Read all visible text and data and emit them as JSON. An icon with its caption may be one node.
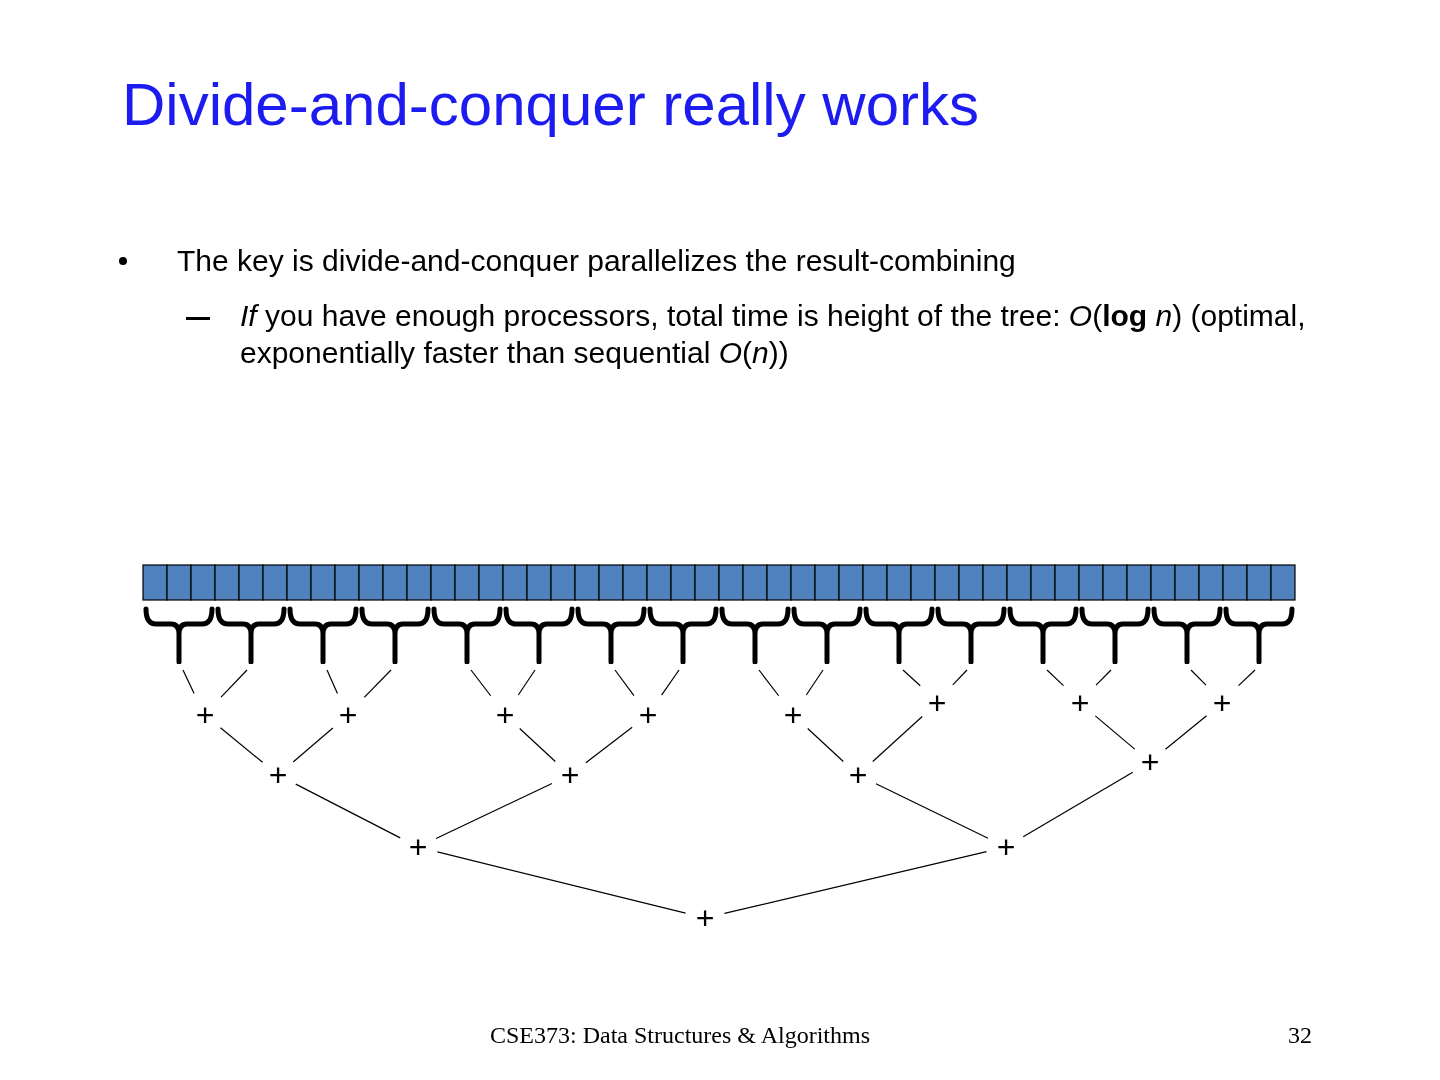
{
  "diagram": {
    "title": "Divide-and-conquer really works",
    "nodes": [
      {
        "text": [],
        "shape": "brace"
      },
      {
        "text": [],
        "shape": "brace"
      },
      {
        "text": [],
        "shape": "brace"
      },
      {
        "text": [],
        "shape": "brace"
      },
      {
        "text": [],
        "shape": "brace"
      },
      {
        "text": [],
        "shape": "brace"
      },
      {
        "text": [],
        "shape": "brace"
      },
      {
        "text": [],
        "shape": "brace"
      },
      {
        "text": [],
        "shape": "brace"
      },
      {
        "text": [],
        "shape": "brace"
      },
      {
        "text": [],
        "shape": "brace"
      },
      {
        "text": [],
        "shape": "brace"
      },
      {
        "text": [],
        "shape": "brace"
      },
      {
        "text": [],
        "shape": "brace"
      },
      {
        "text": [],
        "shape": "brace"
      },
      {
        "text": [],
        "shape": "brace"
      },
      {
        "text": [
          "+"
        ]
      },
      {
        "text": [
          "+"
        ]
      },
      {
        "text": [
          "+"
        ]
      },
      {
        "text": [
          "+"
        ]
      },
      {
        "text": [
          "+"
        ]
      },
      {
        "text": [
          "+"
        ]
      },
      {
        "text": [
          "+"
        ]
      },
      {
        "text": [
          "+"
        ]
      },
      {
        "text": [
          "+"
        ]
      },
      {
        "text": [
          "+"
        ]
      },
      {
        "text": [
          "+"
        ]
      },
      {
        "text": [
          "+"
        ]
      },
      {
        "text": [
          "+"
        ]
      },
      {
        "text": [
          "+"
        ]
      },
      {
        "text": [
          "+"
        ]
      }
    ],
    "edges": [
      {
        "from": 0,
        "to": 16,
        "arrow": "none"
      },
      {
        "from": 1,
        "to": 16,
        "arrow": "none"
      },
      {
        "from": 2,
        "to": 17,
        "arrow": "none"
      },
      {
        "from": 3,
        "to": 17,
        "arrow": "none"
      },
      {
        "from": 4,
        "to": 18,
        "arrow": "none"
      },
      {
        "from": 5,
        "to": 18,
        "arrow": "none"
      },
      {
        "from": 6,
        "to": 19,
        "arrow": "none"
      },
      {
        "from": 7,
        "to": 19,
        "arrow": "none"
      },
      {
        "from": 8,
        "to": 20,
        "arrow": "none"
      },
      {
        "from": 9,
        "to": 20,
        "arrow": "none"
      },
      {
        "from": 10,
        "to": 21,
        "arrow": "none"
      },
      {
        "from": 11,
        "to": 21,
        "arrow": "none"
      },
      {
        "from": 12,
        "to": 22,
        "arrow": "none"
      },
      {
        "from": 13,
        "to": 22,
        "arrow": "none"
      },
      {
        "from": 14,
        "to": 23,
        "arrow": "none"
      },
      {
        "from": 15,
        "to": 23,
        "arrow": "none"
      },
      {
        "from": 16,
        "to": 24,
        "arrow": "none"
      },
      {
        "from": 17,
        "to": 24,
        "arrow": "none"
      },
      {
        "from": 18,
        "to": 25,
        "arrow": "none"
      },
      {
        "from": 19,
        "to": 25,
        "arrow": "none"
      },
      {
        "from": 20,
        "to": 26,
        "arrow": "none"
      },
      {
        "from": 21,
        "to": 26,
        "arrow": "none"
      },
      {
        "from": 22,
        "to": 27,
        "arrow": "none"
      },
      {
        "from": 23,
        "to": 27,
        "arrow": "none"
      },
      {
        "from": 24,
        "to": 28,
        "arrow": "none"
      },
      {
        "from": 25,
        "to": 28,
        "arrow": "none"
      },
      {
        "from": 26,
        "to": 29,
        "arrow": "none"
      },
      {
        "from": 27,
        "to": 29,
        "arrow": "none"
      },
      {
        "from": 28,
        "to": 30,
        "arrow": "none"
      },
      {
        "from": 29,
        "to": 30,
        "arrow": "none"
      }
    ],
    "labels": [
      "The key is divide-and-conquer parallelizes the result-combining",
      "*If* you have enough processors, total time is height of the tree: *O*(**log** *n*) (optimal, exponentially faster than sequential *O*(*n*))",
      "CSE373: Data Structures & Algorithms",
      "32"
    ]
  }
}
